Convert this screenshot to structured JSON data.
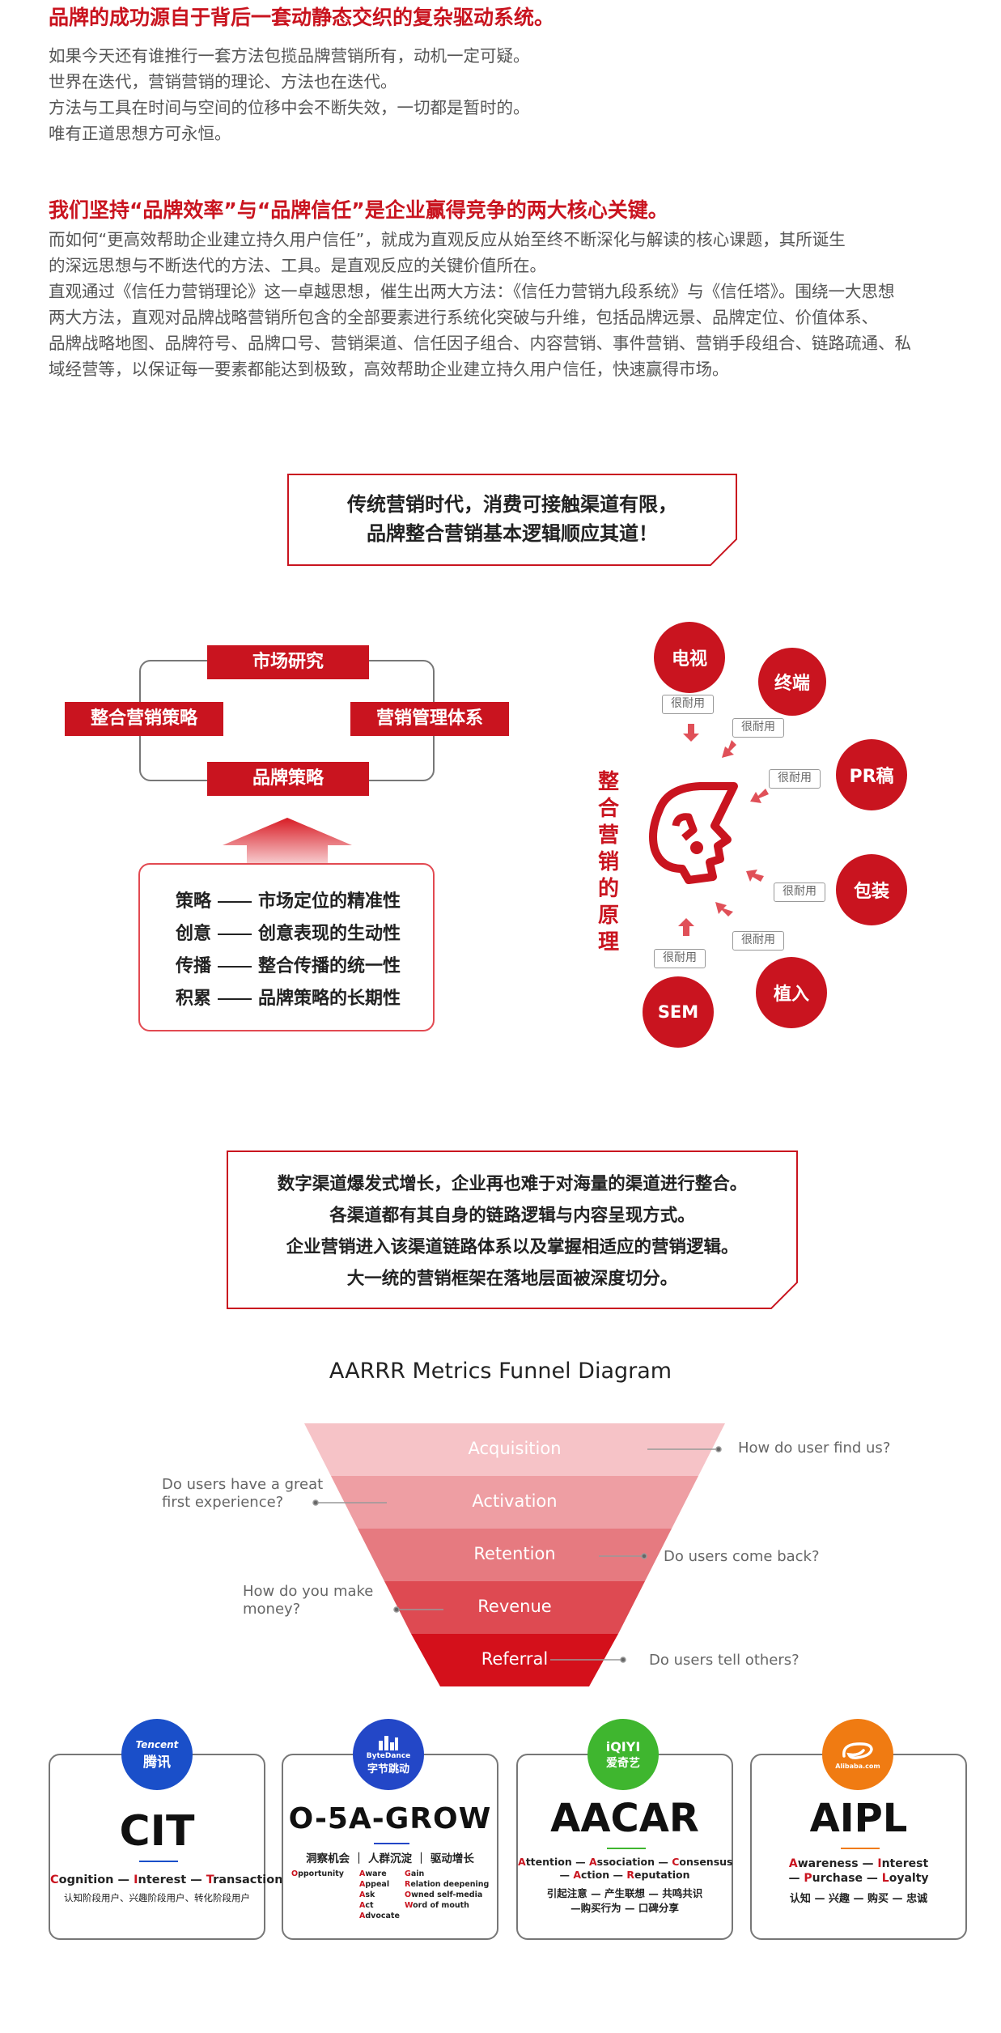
{
  "intro": {
    "heading1": "品牌的成功源自于背后一套动静态交织的复杂驱动系统。",
    "paragraph1": [
      "如果今天还有谁推行一套方法包揽品牌营销所有，动机一定可疑。",
      "世界在迭代，营销营销的理论、方法也在迭代。",
      "方法与工具在时间与空间的位移中会不断失效，一切都是暂时的。",
      "唯有正道思想方可永恒。"
    ],
    "heading2": "我们坚持“品牌效率”与“品牌信任”是企业赢得竞争的两大核心关键。",
    "paragraph2": [
      "而如何“更高效帮助企业建立持久用户信任”，就成为直观反应从始至终不断深化与解读的核心课题，其所诞生",
      "的深远思想与不断迭代的方法、工具。是直观反应的关键价值所在。",
      "直观通过《信任力营销理论》这一卓越思想，催生出两大方法：《信任力营销九段系统》与《信任塔》。围绕一大思想",
      "两大方法，直观对品牌战略营销所包含的全部要素进行系统化突破与升维，包括品牌远景、品牌定位、价值体系、",
      "品牌战略地图、品牌符号、品牌口号、营销渠道、信任因子组合、内容营销、事件营销、营销手段组合、链路疏通、私",
      "域经营等，以保证每一要素都能达到极致，高效帮助企业建立持久用户信任，快速赢得市场。"
    ]
  },
  "callout1": {
    "lines": [
      "传统营销时代，消费可接触渠道有限，",
      "品牌整合营销基本逻辑顺应其道！"
    ]
  },
  "strategy_diagram": {
    "top": "市场研究",
    "left": "整合营销策略",
    "right": "营销管理体系",
    "bottom": "品牌策略",
    "principles": [
      {
        "key": "策略",
        "value": "市场定位的精准性"
      },
      {
        "key": "创意",
        "value": "创意表现的生动性"
      },
      {
        "key": "传播",
        "value": "整合传播的统一性"
      },
      {
        "key": "积累",
        "value": "品牌策略的长期性"
      }
    ]
  },
  "integration_diagram": {
    "title": "整合营销的原理",
    "channels": [
      "电视",
      "终端",
      "PR稿",
      "包装",
      "植入",
      "SEM"
    ],
    "tag": "很耐用",
    "colors": {
      "red": "#c9141f"
    }
  },
  "callout2": {
    "lines": [
      "数字渠道爆发式增长，企业再也难于对海量的渠道进行整合。",
      "各渠道都有其自身的链路逻辑与内容呈现方式。",
      "企业营销进入该渠道链路体系以及掌握相适应的营销逻辑。",
      "大一统的营销框架在落地层面被深度切分。"
    ]
  },
  "funnel": {
    "title": "AARRR Metrics Funnel Diagram",
    "stages": [
      "Acquisition",
      "Activation",
      "Retention",
      "Revenue",
      "Referral"
    ],
    "questions": {
      "acquisition": "How do user find us?",
      "activation": [
        "Do users have a great",
        "first experience?"
      ],
      "retention": "Do users come back?",
      "revenue": [
        "How do you make",
        "money?"
      ],
      "referral": "Do users tell others?"
    },
    "colors": [
      "#f6c3c7",
      "#ee9ea3",
      "#e67a80",
      "#de4a52",
      "#d4101b"
    ]
  },
  "brands": [
    {
      "logo_top": "Tencent",
      "logo_bottom": "腾讯",
      "logo_color": "#1a4fc9",
      "model": "CIT",
      "words": [
        "Cognition",
        "Interest",
        "Transaction"
      ],
      "subtitle": "认知阶段用户、兴趣阶段用户、转化阶段用户"
    },
    {
      "logo_top": "ByteDance",
      "logo_bottom": "字节跳动",
      "logo_color": "#2347c7",
      "model": "O-5A-GROW",
      "sections": [
        "洞察机会",
        "人群沉淀",
        "驱动增长"
      ],
      "col1": [
        "Opportunity"
      ],
      "col2": [
        "Aware",
        "Appeal",
        "Ask",
        "Act",
        "Advocate"
      ],
      "col3": [
        "Gain",
        "Relation deepening",
        "Owned self-media",
        "Word of mouth"
      ]
    },
    {
      "logo_top": "iQIYI",
      "logo_bottom": "爱奇艺",
      "logo_color": "#3fb62f",
      "model": "AACAR",
      "line1": [
        "Attention",
        "Association",
        "Consensus"
      ],
      "line2": [
        "Action",
        "Reputation"
      ],
      "cn1": "引起注意 — 产生联想 — 共鸣共识",
      "cn2": "—购买行为 — 口碑分享"
    },
    {
      "logo_top": "Alibaba.com",
      "logo_bottom": "",
      "logo_color": "#f07b12",
      "model": "AIPL",
      "line1": [
        "Awareness",
        "Interest"
      ],
      "line2": [
        "Purchase",
        "Loyalty"
      ],
      "cn1": "认知 — 兴趣 — 购买 — 忠诚"
    }
  ]
}
